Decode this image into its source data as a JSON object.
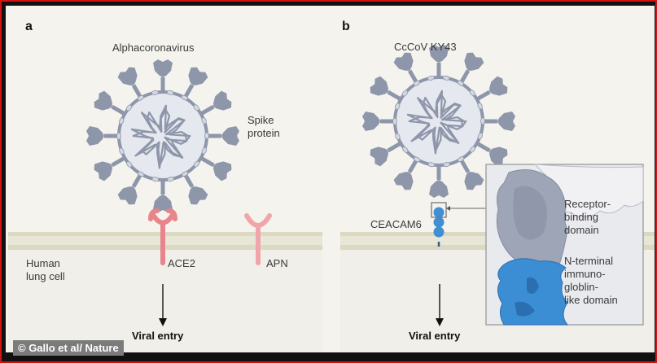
{
  "panels": [
    {
      "letter": "a",
      "virus_label": "Alphacoronavirus",
      "spike_label": "Spike protein",
      "spike_label_lines": [
        "Spike",
        "protein"
      ],
      "cell_label_lines": [
        "Human",
        "lung cell"
      ],
      "receptors": [
        {
          "name": "ACE2",
          "bound": true
        },
        {
          "name": "APN",
          "bound": false
        }
      ],
      "outcome_label": "Viral entry"
    },
    {
      "letter": "b",
      "virus_label": "CcCoV KY43",
      "receptor_label": "CEACAM6",
      "inset": {
        "upper_label_lines": [
          "Receptor-",
          "binding",
          "domain"
        ],
        "lower_label_lines": [
          "N-terminal",
          "immuno-",
          "globlin-",
          "like domain"
        ]
      },
      "outcome_label": "Viral entry"
    }
  ],
  "credit": "© Gallo et al/ Nature",
  "colors": {
    "background": "#f4f3ee",
    "virus_gray": "#8e96aa",
    "virus_fill": "#e6e8ef",
    "receptor_pink": "#e8848a",
    "receptor_blue": "#3f8fd2",
    "membrane": "#dcd9c3",
    "frame_red": "#d31414"
  }
}
